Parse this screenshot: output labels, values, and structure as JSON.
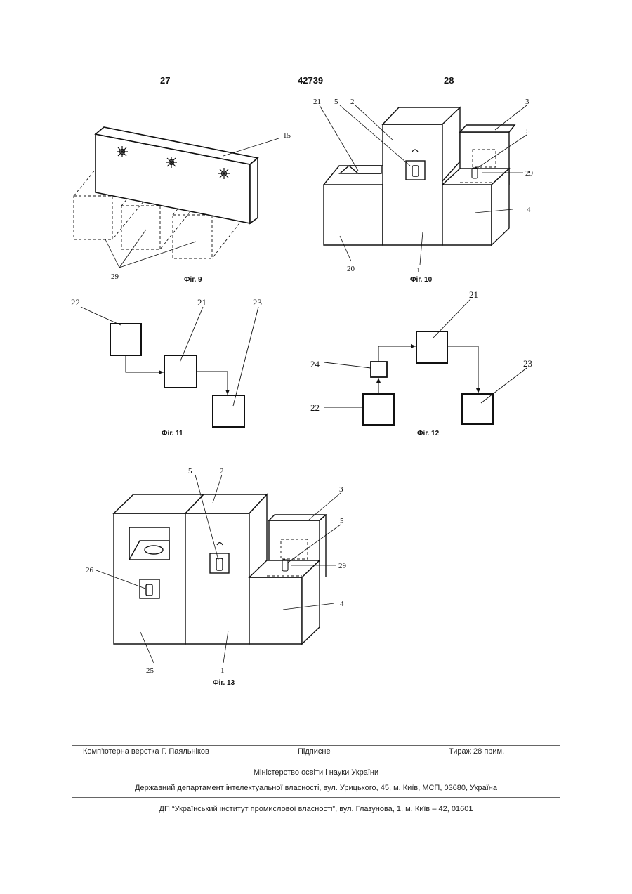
{
  "header": {
    "left_page": "27",
    "patent_number": "42739",
    "right_page": "28"
  },
  "figures": {
    "fig9": {
      "caption": "Фіг. 9",
      "labels": {
        "panel": "15",
        "cells": "29"
      }
    },
    "fig10": {
      "caption": "Фіг. 10",
      "labels": {
        "l21": "21",
        "l5a": "5",
        "l2": "2",
        "l3": "3",
        "l5b": "5",
        "l29": "29",
        "l4": "4",
        "l20": "20",
        "l1": "1"
      }
    },
    "fig11": {
      "caption": "Фіг. 11",
      "labels": {
        "l22": "22",
        "l21": "21",
        "l23": "23"
      }
    },
    "fig12": {
      "caption": "Фіг. 12",
      "labels": {
        "l21": "21",
        "l24": "24",
        "l23": "23",
        "l22": "22"
      }
    },
    "fig13": {
      "caption": "Фіг. 13",
      "labels": {
        "l5a": "5",
        "l2": "2",
        "l3": "3",
        "l5b": "5",
        "l29": "29",
        "l26": "26",
        "l4": "4",
        "l25": "25",
        "l1": "1"
      }
    }
  },
  "footer": {
    "layout_by": "Комп’ютерна верстка Г. Паяльніков",
    "signed": "Підписне",
    "circulation": "Тираж 28 прим.",
    "ministry": "Міністерство освіти і науки України",
    "department": "Державний департамент інтелектуальної власності, вул. Урицького, 45, м. Київ, МСП, 03680, Україна",
    "institute": "ДП “Український інститут промислової власності”, вул. Глазунова, 1, м. Київ – 42, 01601"
  }
}
